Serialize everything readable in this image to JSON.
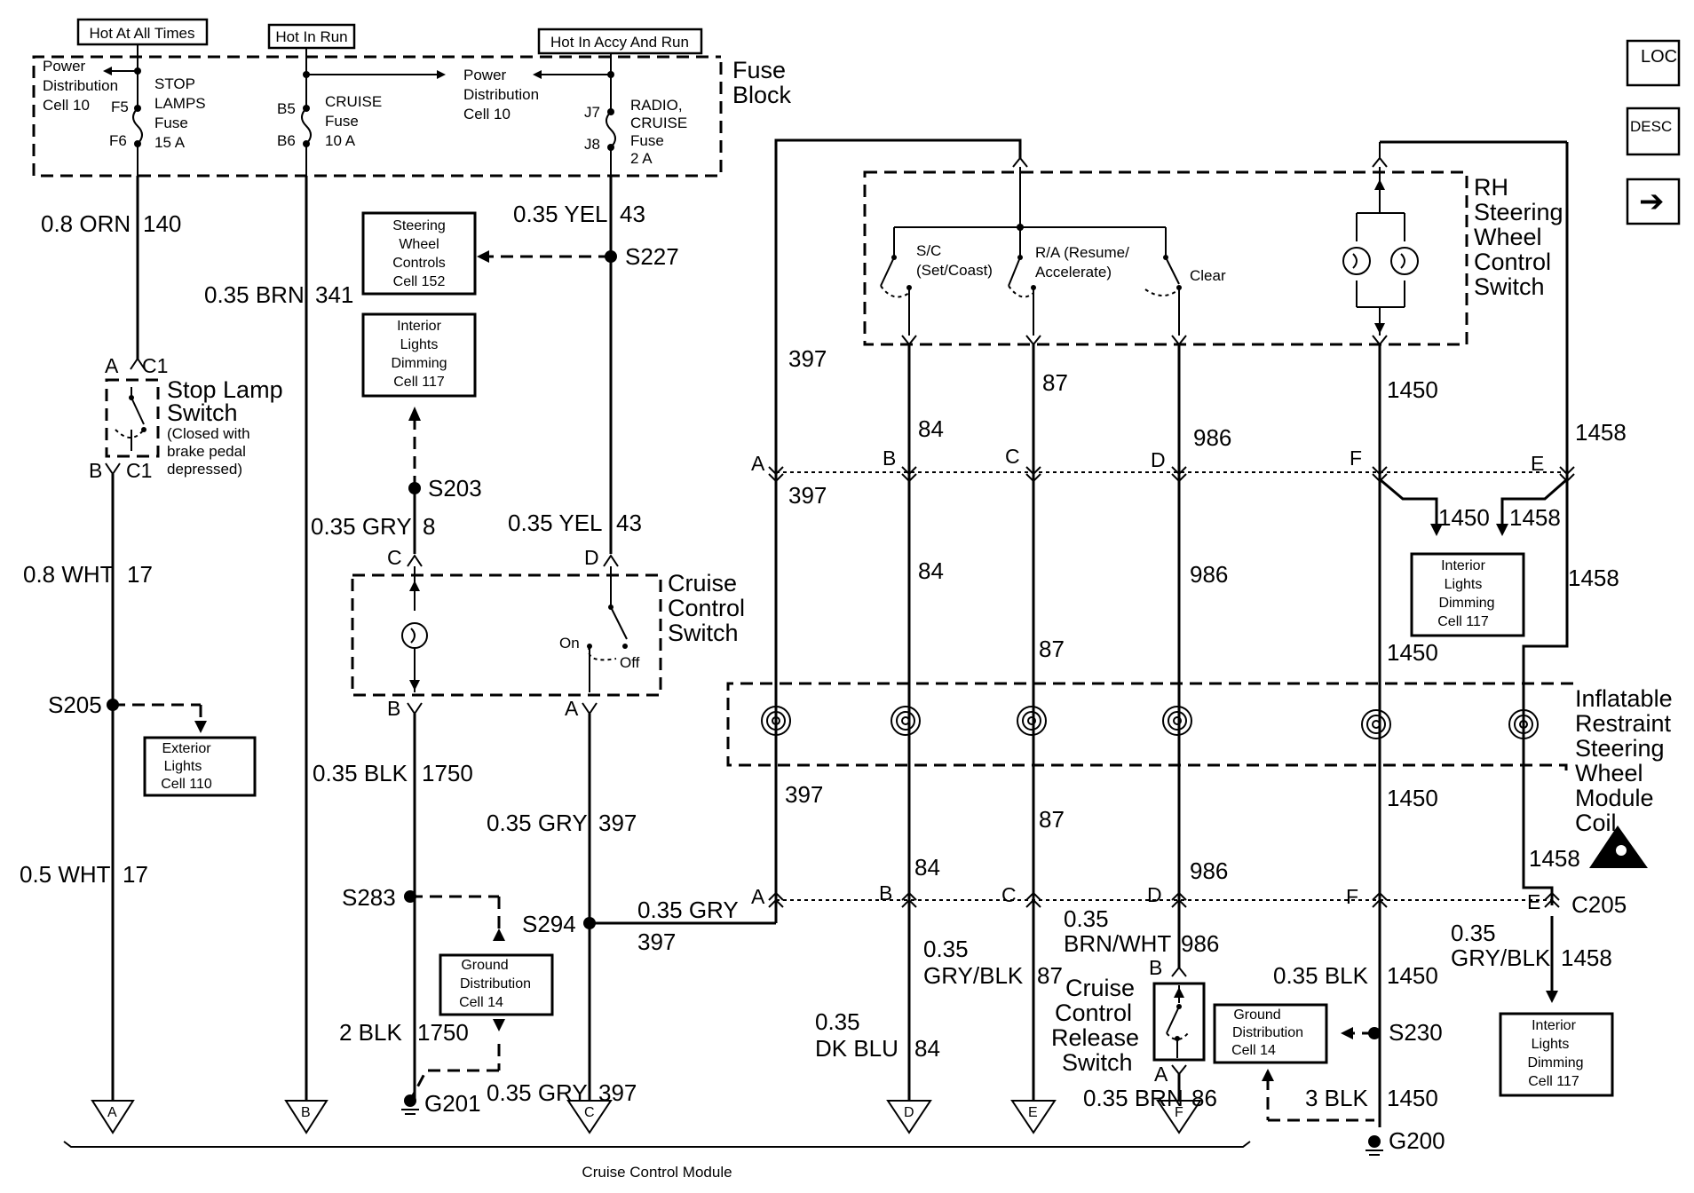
{
  "headers": {
    "hot_at_all_times": "Hot At All Times",
    "hot_in_run": "Hot In Run",
    "hot_in_accy_and_run": "Hot In Accy And Run"
  },
  "fuse_block": {
    "title_1": "Fuse",
    "title_2": "Block",
    "pdc_left": [
      "Power",
      "Distribution",
      "Cell 10"
    ],
    "pdc_mid": [
      "Power",
      "Distribution",
      "Cell 10"
    ],
    "stop_lamps_fuse": [
      "STOP",
      "LAMPS",
      "Fuse",
      "15 A"
    ],
    "cruise_fuse": [
      "CRUISE",
      "Fuse",
      "10 A"
    ],
    "radio_cruise_fuse": [
      "RADIO,",
      "CRUISE",
      "Fuse",
      "2 A"
    ],
    "pins": {
      "f5": "F5",
      "f6": "F6",
      "b5": "B5",
      "b6": "B6",
      "j7": "J7",
      "j8": "J8"
    }
  },
  "nav": {
    "loc": "LOC",
    "desc": "DESC",
    "next": "➔"
  },
  "wires": {
    "w140_gauge": "0.8 ORN",
    "w140_num": "140",
    "w341_gauge": "0.35 BRN",
    "w341_num": "341",
    "w43_gauge_top": "0.35 YEL",
    "w43_num_top": "43",
    "w43_gauge_bot": "0.35 YEL",
    "w43_num_bot": "43",
    "w8_gauge": "0.35 GRY",
    "w8_num": "8",
    "w17_gauge_top": "0.8 WHT",
    "w17_num_top": "17",
    "w17_gauge_bot": "0.5 WHT",
    "w17_num_bot": "17",
    "w1750_gauge_top": "0.35 BLK",
    "w1750_num_top": "1750",
    "w1750_gauge_bot": "2 BLK",
    "w1750_num_bot": "1750",
    "w397_gauge_top": "0.35 GRY",
    "w397_num_top": "397",
    "w397_gauge_mid": "0.35 GRY",
    "w397_num_mid": "397",
    "w397_gauge_bot": "0.35 GRY",
    "w397_num_bot": "397",
    "w397_a": "397",
    "w397_b": "397",
    "w397_c": "397",
    "w84_a": "84",
    "w84_b": "84",
    "w84_c": "84",
    "w84_gauge_1": "0.35",
    "w84_gauge_2": "DK BLU",
    "w84_num": "84",
    "w87_a": "87",
    "w87_b": "87",
    "w87_c": "87",
    "w87_gauge_1": "0.35",
    "w87_gauge_2": "GRY/BLK",
    "w87_num": "87",
    "w986_a": "986",
    "w986_b": "986",
    "w986_c": "986",
    "w986_gauge_1": "0.35",
    "w986_gauge_2": "BRN/WHT",
    "w986_num": "986",
    "w86_gauge": "0.35 BRN",
    "w86_num": "86",
    "w1450_a": "1450",
    "w1450_b": "1450",
    "w1450_c": "1450",
    "w1450_d": "1450",
    "w1450_gauge_bot": "0.35 BLK",
    "w1450_num_bot": "1450",
    "w1450_gauge_g": "3 BLK",
    "w1450_num_g": "1450",
    "w1458_a": "1458",
    "w1458_b": "1458",
    "w1458_c": "1458",
    "w1458_d": "1458",
    "w1458_gauge_1": "0.35",
    "w1458_gauge_2": "GRY/BLK",
    "w1458_num": "1458"
  },
  "splices": {
    "s227": "S227",
    "s203": "S203",
    "s205": "S205",
    "s283": "S283",
    "s294": "S294",
    "s230": "S230",
    "g201": "G201",
    "g200": "G200",
    "c205": "C205"
  },
  "connectors": {
    "stop_a": "A",
    "stop_c1_top": "C1",
    "stop_b": "B",
    "stop_c1_bot": "C1",
    "cc_c": "C",
    "cc_d": "D",
    "cc_b": "B",
    "cc_a": "A",
    "top_a": "A",
    "top_b": "B",
    "top_c": "C",
    "top_d": "D",
    "top_f": "F",
    "top_e": "E",
    "bot_a": "A",
    "bot_b": "B",
    "bot_c": "C",
    "bot_d": "D",
    "bot_f": "F",
    "bot_e": "E",
    "rel_b": "B",
    "rel_a": "A"
  },
  "components": {
    "stop_lamp_switch_1": "Stop Lamp",
    "stop_lamp_switch_2": "Switch",
    "stop_lamp_note": [
      "(Closed with",
      "brake pedal",
      "depressed)"
    ],
    "cruise_switch": [
      "Cruise",
      "Control",
      "Switch"
    ],
    "cruise_on": "On",
    "cruise_off": "Off",
    "rh_switch": [
      "RH",
      "Steering",
      "Wheel",
      "Control",
      "Switch"
    ],
    "sc_label": [
      "S/C",
      "(Set/Coast)"
    ],
    "ra_label": [
      "R/A (Resume/",
      "Accelerate)"
    ],
    "clear_label": "Clear",
    "coil": [
      "Inflatable",
      "Restraint",
      "Steering",
      "Wheel",
      "Module",
      "Coil"
    ],
    "release_switch": [
      "Cruise",
      "Control",
      "Release",
      "Switch"
    ],
    "module": "Cruise Control Module"
  },
  "ref_boxes": {
    "steering_controls": [
      "Steering",
      "Wheel",
      "Controls",
      "Cell 152"
    ],
    "interior_1": [
      "Interior",
      "Lights",
      "Dimming",
      "Cell 117"
    ],
    "interior_2": [
      "Interior",
      "Lights",
      "Dimming",
      "Cell 117"
    ],
    "interior_3": [
      "Interior",
      "Lights",
      "Dimming",
      "Cell 117"
    ],
    "exterior": [
      "Exterior",
      "Lights",
      "Cell 110"
    ],
    "ground_14_a": [
      "Ground",
      "Distribution",
      "Cell 14"
    ],
    "ground_14_b": [
      "Ground",
      "Distribution",
      "Cell 14"
    ]
  },
  "branch_labels": {
    "b1450": "1450",
    "b1458": "1458"
  },
  "terminals": {
    "a": "A",
    "b": "B",
    "c": "C",
    "d": "D",
    "e": "E",
    "f": "F"
  }
}
